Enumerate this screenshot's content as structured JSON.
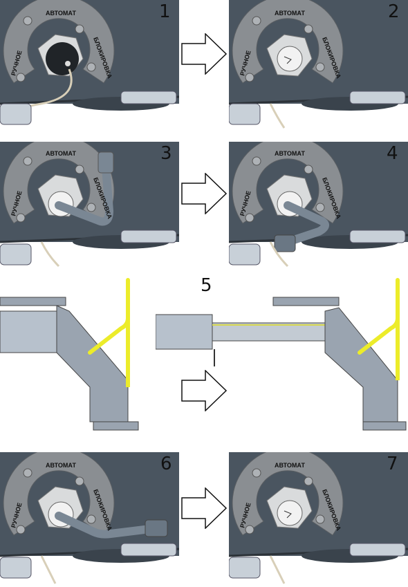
{
  "panels": [
    {
      "number": "1",
      "state": "cap-on"
    },
    {
      "number": "2",
      "state": "open"
    },
    {
      "number": "3",
      "state": "key-up"
    },
    {
      "number": "4",
      "state": "key-down"
    },
    {
      "number": "6",
      "state": "key-right"
    },
    {
      "number": "7",
      "state": "open"
    }
  ],
  "step5_number": "5",
  "dial": {
    "top": "АВТОМАТ",
    "left": "РУЧНОЕ",
    "right": "БЛОКИРОВКА"
  },
  "colors": {
    "panel": "#4a5560",
    "dial": "#8a8e92",
    "nut": "#d9dbdc",
    "handrail": "#ecec2a",
    "bracket": "#9aa4b0"
  }
}
